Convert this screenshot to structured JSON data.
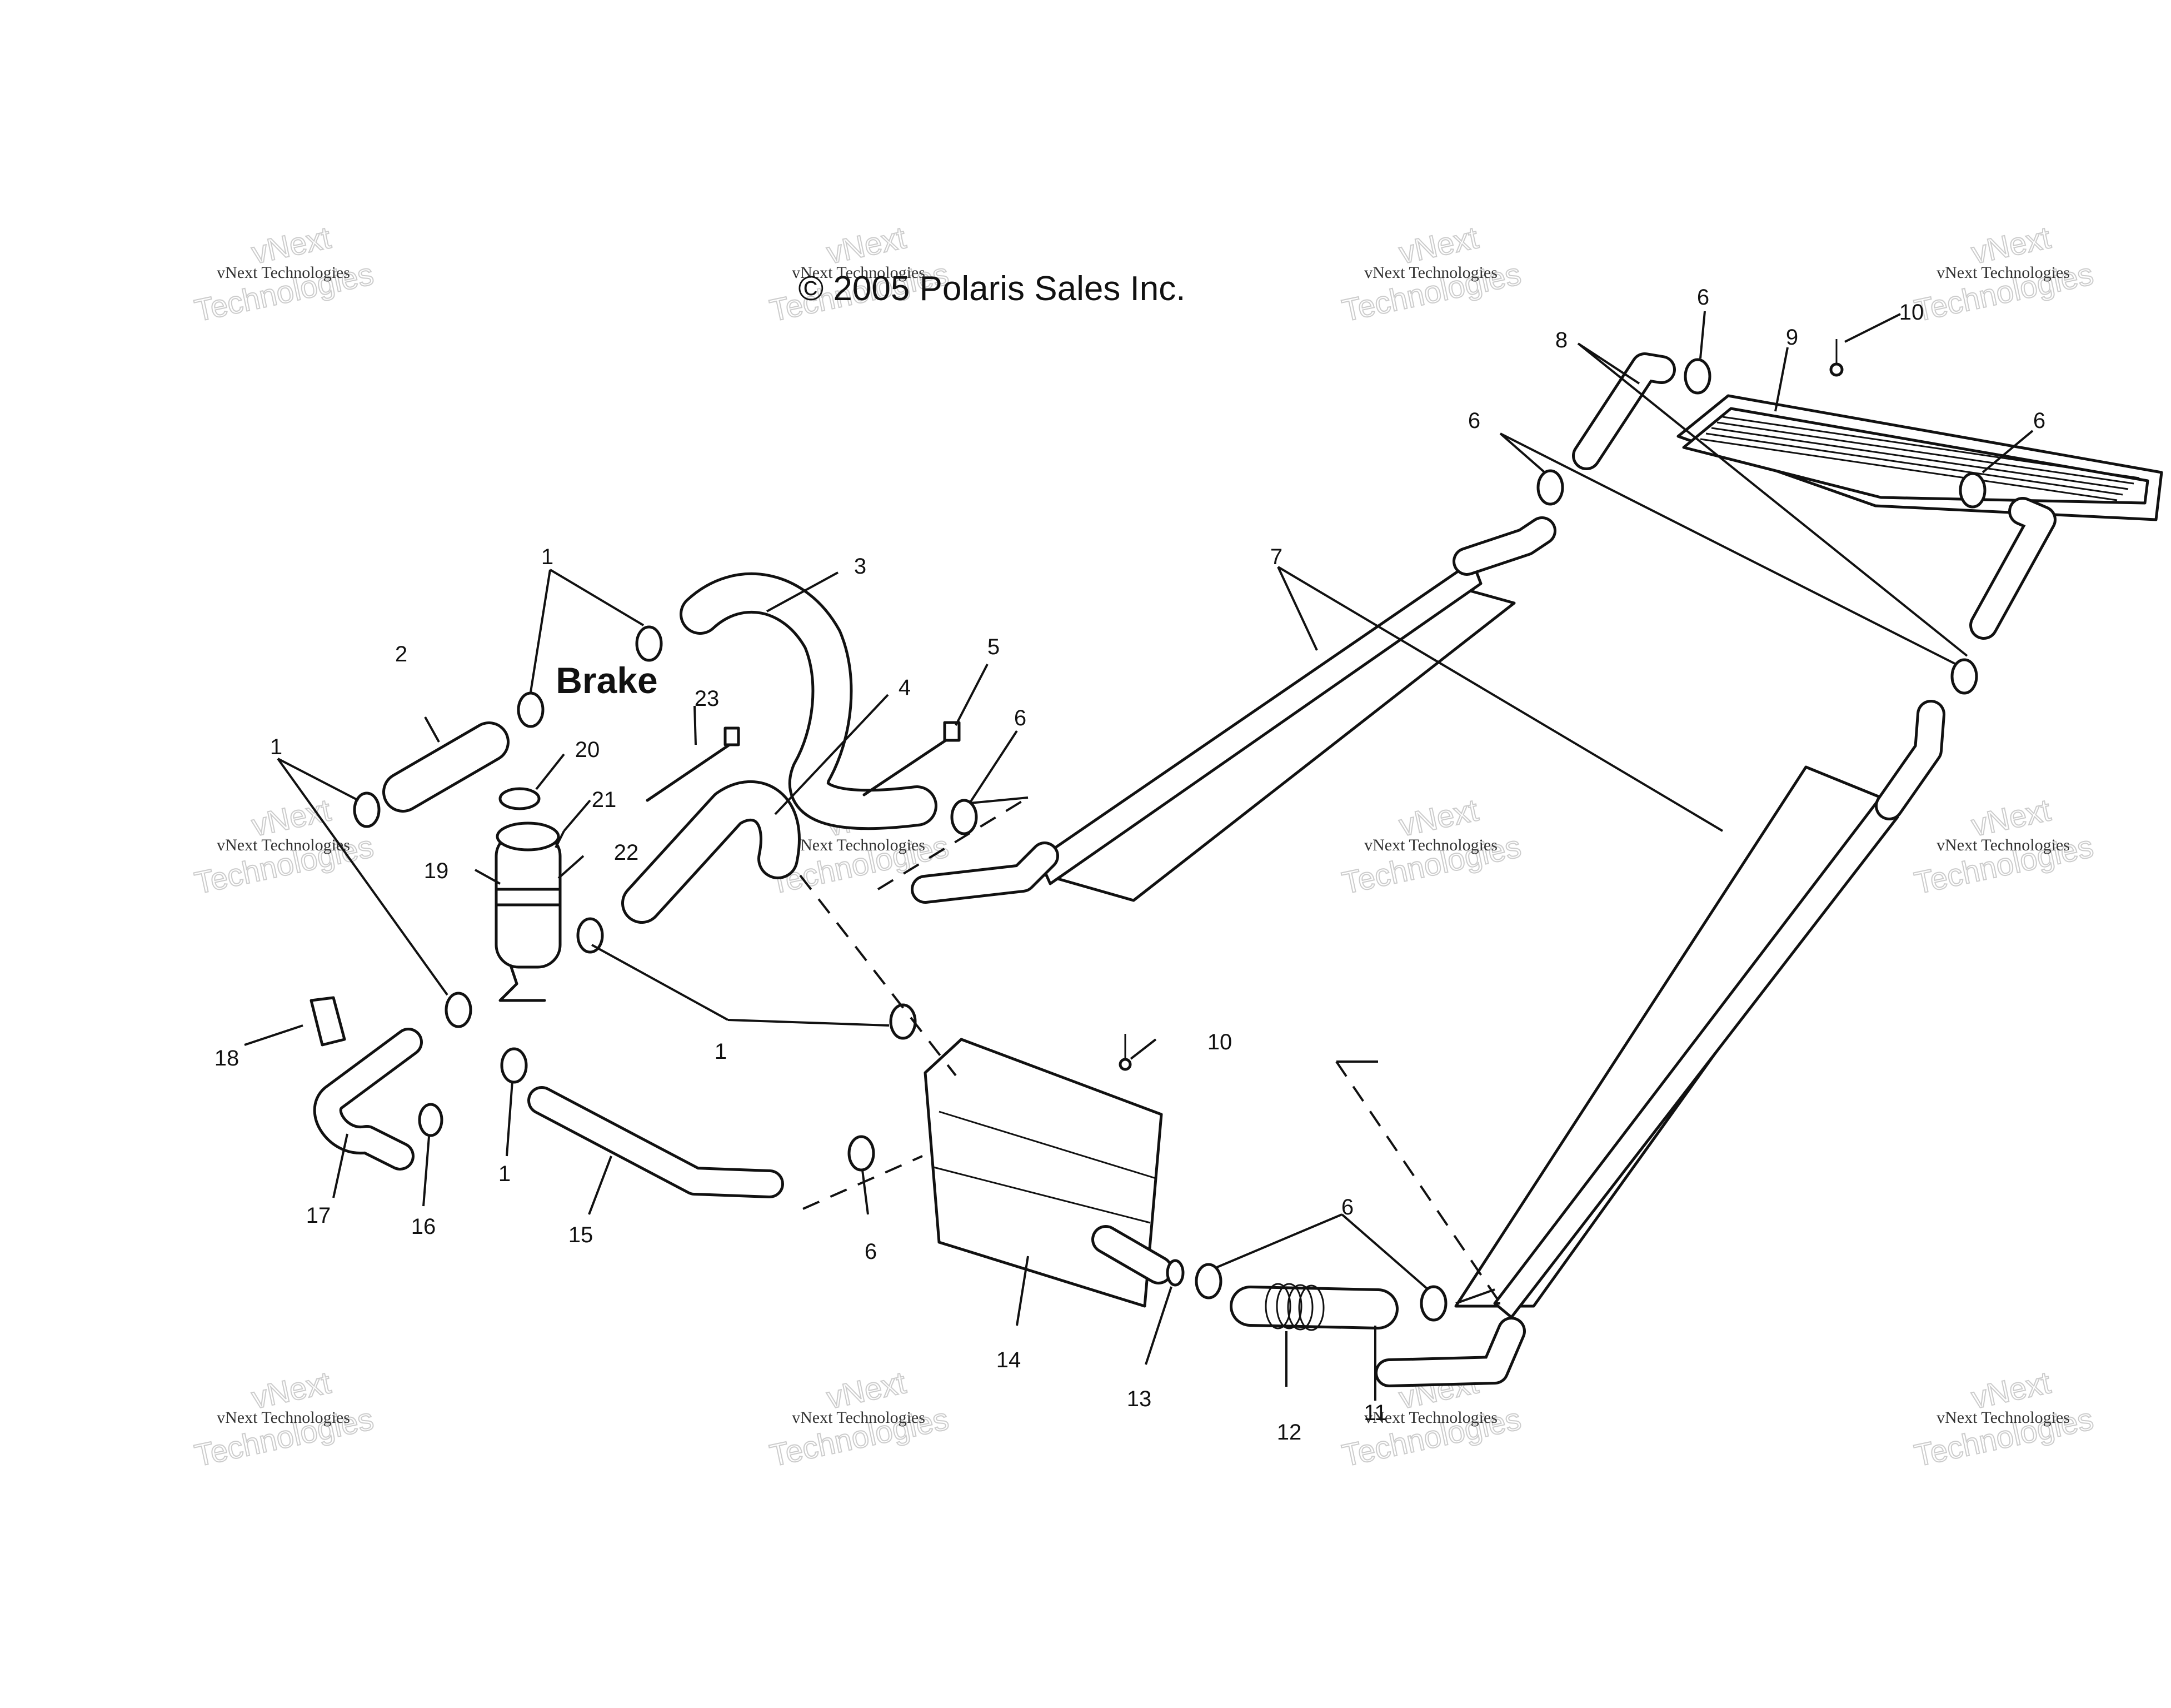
{
  "copyright": "© 2005 Polaris Sales Inc.",
  "brake_label": "Brake",
  "watermark": {
    "line1": "vNext Technologies",
    "big_top": "vNext",
    "big_bottom": "Technologies"
  },
  "callouts": {
    "c1a": "1",
    "c1b": "1",
    "c1c": "1",
    "c1d": "1",
    "c2": "2",
    "c3": "3",
    "c4": "4",
    "c5": "5",
    "c6a": "6",
    "c6b": "6",
    "c6c": "6",
    "c6d": "6",
    "c6e": "6",
    "c6f": "6",
    "c7": "7",
    "c8": "8",
    "c9": "9",
    "c10a": "10",
    "c10b": "10",
    "c11": "11",
    "c12": "12",
    "c13": "13",
    "c14": "14",
    "c15": "15",
    "c16": "16",
    "c17": "17",
    "c18": "18",
    "c19": "19",
    "c20": "20",
    "c21": "21",
    "c22": "22",
    "c23": "23"
  }
}
